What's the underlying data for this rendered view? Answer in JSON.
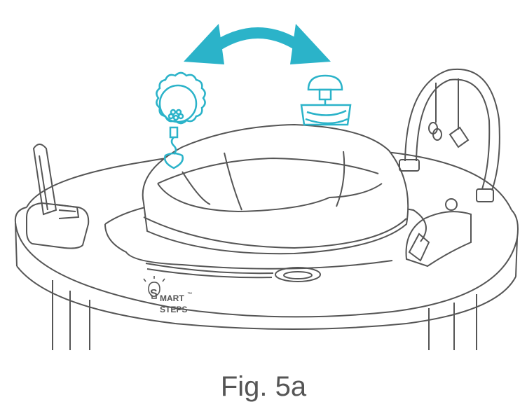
{
  "figure": {
    "caption": "Fig. 5a",
    "logo": {
      "line1": "MART",
      "initial": "S",
      "trademark": "™",
      "line2": "STEPS"
    }
  },
  "colors": {
    "accent": "#2bb3c9",
    "line": "#555555",
    "caption": "#555555",
    "background": "#ffffff"
  },
  "icons": [
    "double-arrow-rotate-icon",
    "rattle-toy-icon",
    "spinner-toy-icon",
    "lightbulb-icon"
  ]
}
